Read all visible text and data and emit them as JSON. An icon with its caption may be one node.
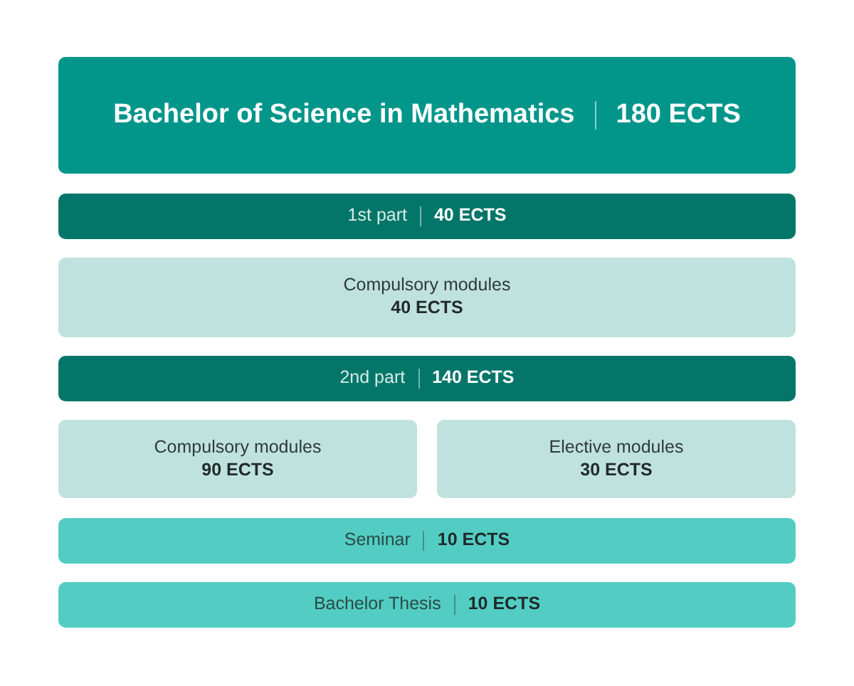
{
  "diagram": {
    "nodes": [
      {
        "text": [
          "Bachelor of Science in Mathematics",
          "180 ECTS"
        ]
      },
      {
        "text": [
          "1st part",
          "40 ECTS"
        ]
      },
      {
        "text": [
          "Compulsory modules",
          "40 ECTS"
        ]
      },
      {
        "text": [
          "2nd part",
          "140 ECTS"
        ]
      },
      {
        "text": [
          "Compulsory modules",
          "90 ECTS"
        ]
      },
      {
        "text": [
          "Elective modules",
          "30 ECTS"
        ]
      },
      {
        "text": [
          "Seminar",
          "10 ECTS"
        ]
      },
      {
        "text": [
          "Bachelor Thesis",
          "10 ECTS"
        ]
      }
    ]
  }
}
